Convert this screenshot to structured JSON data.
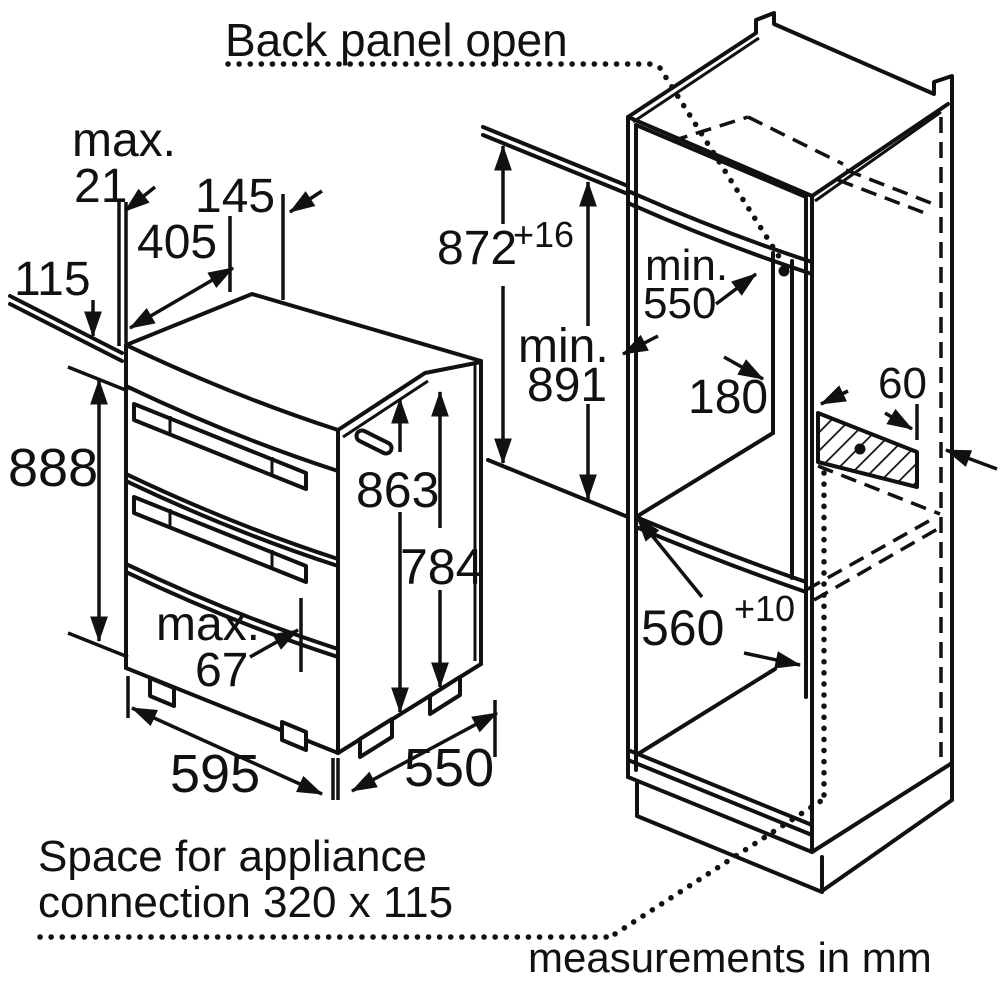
{
  "colors": {
    "ink": "#111111",
    "paper": "#ffffff"
  },
  "notes": {
    "back_panel_open": "Back panel open",
    "space_line1": "Space for appliance",
    "space_line2": "connection 320 x 115",
    "units": "measurements in mm"
  },
  "oven": {
    "max_label": "max.",
    "d21": "21",
    "d145": "145",
    "d405": "405",
    "d115": "115",
    "d888": "888",
    "d863": "863",
    "d784": "784",
    "max67_label": "max.",
    "d67": "67",
    "d595": "595",
    "d550": "550"
  },
  "cabinet": {
    "d872": "872",
    "d872_tol": "+16",
    "min891_label": "min.",
    "d891": "891",
    "min550_label": "min.",
    "d550": "550",
    "d180": "180",
    "d60": "60",
    "d560": "560",
    "d560_tol": "+10"
  }
}
